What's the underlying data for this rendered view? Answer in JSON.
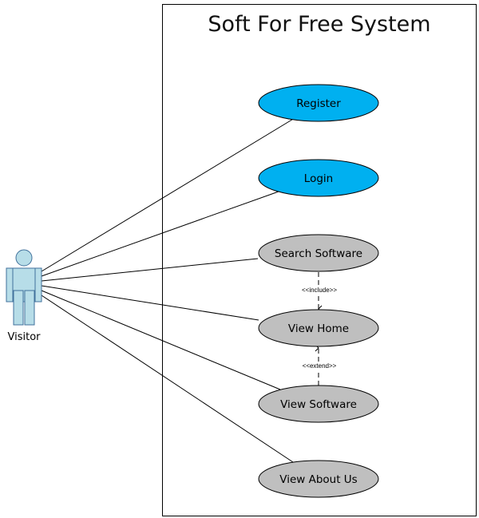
{
  "system": {
    "title": "Soft For Free System"
  },
  "actor": {
    "name": "Visitor"
  },
  "use_cases": [
    {
      "id": "register",
      "label": "Register",
      "color": "#00b0f0"
    },
    {
      "id": "login",
      "label": "Login",
      "color": "#00b0f0"
    },
    {
      "id": "search-software",
      "label": "Search Software",
      "color": "#bfbfbf"
    },
    {
      "id": "view-home",
      "label": "View Home",
      "color": "#bfbfbf"
    },
    {
      "id": "view-software",
      "label": "View Software",
      "color": "#bfbfbf"
    },
    {
      "id": "view-about-us",
      "label": "View About Us",
      "color": "#bfbfbf"
    }
  ],
  "relationships": {
    "include": "<<include>>",
    "extend": "<<extend>>"
  },
  "colors": {
    "actor_fill": "#b7dde8",
    "line": "#000000"
  }
}
